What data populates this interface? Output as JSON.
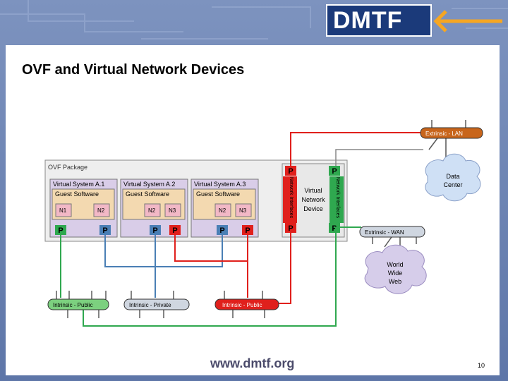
{
  "header": {
    "logo": "DMTF"
  },
  "slide": {
    "title": "OVF and Virtual Network Devices",
    "footer_url": "www.dmtf.org",
    "page_number": "10"
  },
  "diagram": {
    "package_label": "OVF Package",
    "systems": [
      {
        "name": "Virtual System A.1",
        "guest": "Guest Software",
        "nics": [
          "N1",
          "N2"
        ]
      },
      {
        "name": "Virtual System A.2",
        "guest": "Guest Software",
        "nics": [
          "N2",
          "N3"
        ]
      },
      {
        "name": "Virtual System A.3",
        "guest": "Guest Software",
        "nics": [
          "N2",
          "N3"
        ]
      }
    ],
    "port_label": "P",
    "vnd_label_lines": [
      "Virtual",
      "Network",
      "Device"
    ],
    "vnd_left_strip": "Network Interfaces",
    "vnd_right_strip": "Network Interfaces",
    "networks": {
      "extrinsic_lan": "Extrinsic - LAN",
      "extrinsic_wan": "Extrinsic - WAN",
      "intrinsic_public_1": "Intrinsic - Public",
      "intrinsic_private": "Intrinsic - Private",
      "intrinsic_public_2": "Intrinsic - Public"
    },
    "clouds": {
      "data_center": [
        "Data",
        "Center"
      ],
      "www": [
        "World",
        "Wide",
        "Web"
      ]
    }
  },
  "colors": {
    "green": "#2fa84f",
    "blue": "#4a7fb5",
    "red": "#e0201c",
    "orange": "#c8651b",
    "system_bg": "#d9cde8",
    "guest_bg": "#f3d9b0",
    "nic_bg": "#f2b8c6"
  }
}
